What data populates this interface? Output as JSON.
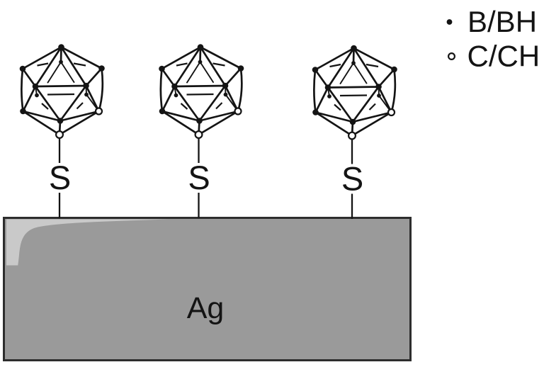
{
  "molecules": [
    {
      "linker_label": "S"
    },
    {
      "linker_label": "S"
    },
    {
      "linker_label": "S"
    }
  ],
  "substrate": {
    "label": "Ag",
    "fill": "#9a9a9a",
    "highlight": "#c9c9c9",
    "border": "#2d2d2d"
  },
  "legend": {
    "items": [
      {
        "marker": "filled-circle",
        "label": "B/BH",
        "marker_color": "#141414"
      },
      {
        "marker": "open-circle",
        "label": "C/CH",
        "marker_color": "#ffffff"
      }
    ]
  },
  "colors": {
    "bond": "#141414",
    "vertex_filled": "#141414",
    "vertex_open": "#ffffff",
    "background": "#ffffff"
  }
}
